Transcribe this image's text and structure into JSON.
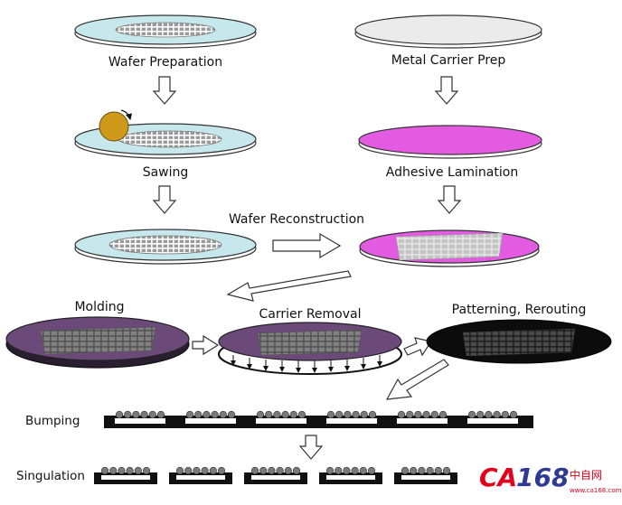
{
  "labels": {
    "wafer_preparation": "Wafer Preparation",
    "metal_carrier_prep": "Metal Carrier Prep",
    "sawing": "Sawing",
    "adhesive_lamination": "Adhesive Lamination",
    "wafer_reconstruction": "Wafer Reconstruction",
    "molding": "Molding",
    "carrier_removal": "Carrier Removal",
    "patterning_rerouting": "Patterning, Rerouting",
    "bumping": "Bumping",
    "singulation": "Singulation"
  },
  "watermark": {
    "text_ca": "CA",
    "text_num": "168",
    "text_sub": "中自网",
    "text_url": "www.ca168.com"
  },
  "colors": {
    "wafer_fill": "#c6e8ec",
    "wafer_edge": "#7fb7bd",
    "metal_carrier_fill": "#ebebeb",
    "adhesive_fill": "#e35be0",
    "mold_fill": "#6b4a7a",
    "patterned_fill": "#0c0c0c",
    "sawing_blade": "#cf9a1c",
    "watermark_red": "#e2001a",
    "watermark_blue": "#2f3b93"
  }
}
